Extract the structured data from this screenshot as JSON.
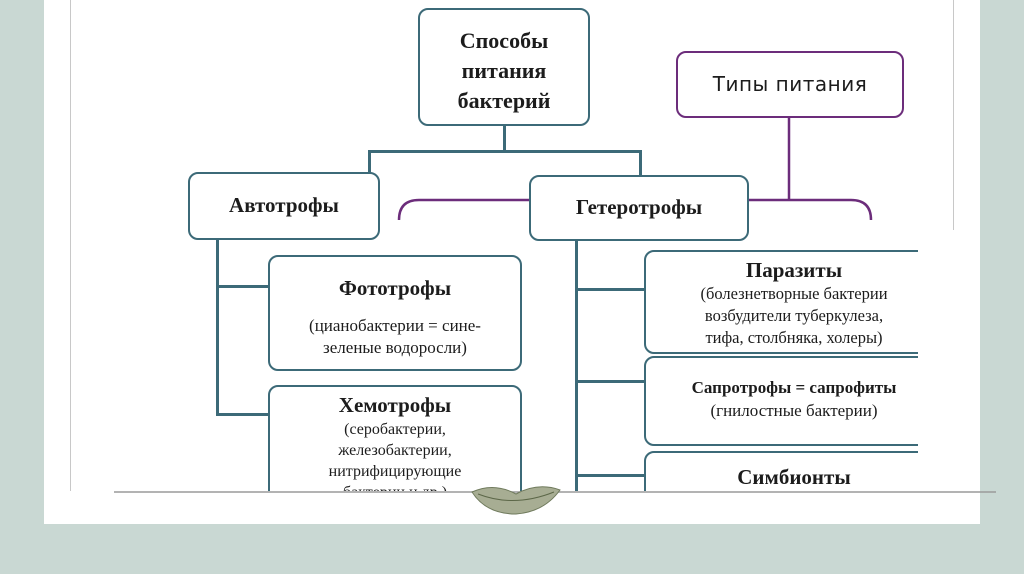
{
  "nodes": {
    "root": [
      "Способы",
      "питания",
      "бактерий"
    ],
    "types": "Типы питания",
    "autotrophs": "Автотрофы",
    "heterotrophs": "Гетеротрофы",
    "phototrophs": {
      "title": "Фототрофы",
      "desc": [
        "(цианобактерии = сине-",
        "зеленые водоросли)"
      ]
    },
    "chemotrophs": {
      "title": "Хемотрофы",
      "desc": [
        "(серобактерии,",
        "железобактерии,",
        "нитрифицирующие",
        "бактерии и др.)"
      ]
    },
    "parasites": {
      "title": "Паразиты",
      "desc": [
        "(болезнетворные бактерии",
        "возбудители туберкулеза,",
        "тифа, столбняка, холеры)"
      ]
    },
    "saprotrophs": {
      "title": "Сапротрофы = сапрофиты",
      "desc": [
        "(гнилостные бактерии)"
      ]
    },
    "symbionts": "Симбионты"
  },
  "colors": {
    "box_border": "#3c6a78",
    "types_border": "#6c2d7b",
    "background": "#c9d8d3",
    "slide": "#ffffff"
  },
  "icons": {
    "decoration": "leaf-icon"
  }
}
